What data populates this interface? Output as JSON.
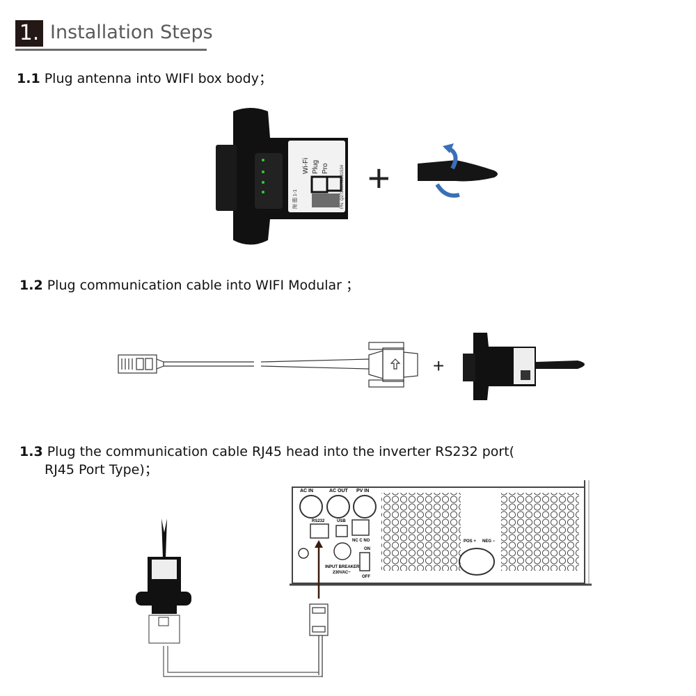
{
  "header": {
    "number": "1.",
    "title": "Installation Steps"
  },
  "steps": [
    {
      "num": "1.1",
      "text": "Plug antenna into WIFI box body；"
    },
    {
      "num": "1.2",
      "text": "Plug communication cable into WIFI Modular ；"
    },
    {
      "num": "1.3",
      "text": "Plug the communication cable RJ45 head into the inverter RS232 port(",
      "text2": "RJ45 Port Type)；"
    }
  ],
  "plus": "+",
  "wifi_label": {
    "line1": "Wi-Fi",
    "line2": "Plug",
    "line3": "Pro",
    "pn": "PN: Q27203902231534",
    "side": "附 图 1-1"
  },
  "inverter": {
    "ac_in": "AC IN",
    "ac_out": "AC OUT",
    "pv_in": "PV IN",
    "rs232": "RS232",
    "usb": "USB",
    "relay": "NC C NO",
    "on": "ON",
    "off": "OFF",
    "breaker": "INPUT BREAKER",
    "breaker_rating": "230VAC~",
    "pos": "POS +",
    "neg": "NEG −"
  },
  "colors": {
    "accent_arrow": "#3a6fb7",
    "header_box": "#231815"
  }
}
